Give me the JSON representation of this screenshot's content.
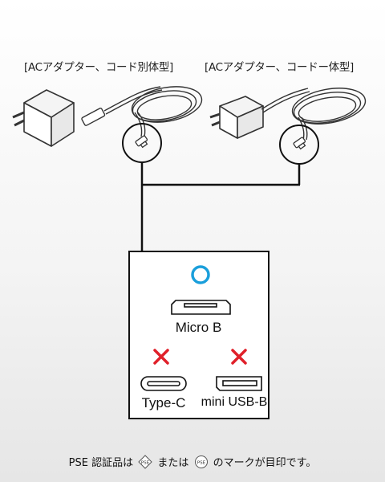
{
  "labels": {
    "adapter_separate": "[ACアダプター、コード別体型]",
    "adapter_integrated": "[ACアダプター、コードー体型]"
  },
  "connectors": [
    {
      "name": "Micro B",
      "status": "ok"
    },
    {
      "name": "Type-C",
      "status": "ng"
    },
    {
      "name": "mini USB-B",
      "status": "ng"
    }
  ],
  "footer": {
    "prefix": "PSE 認証品は",
    "middle": "または",
    "suffix": "のマークが目印です。",
    "mark_text": "PSE"
  },
  "colors": {
    "ok_mark": "#1a9fdb",
    "ng_mark": "#e0202a",
    "line": "#111111",
    "device_stroke": "#333333"
  }
}
